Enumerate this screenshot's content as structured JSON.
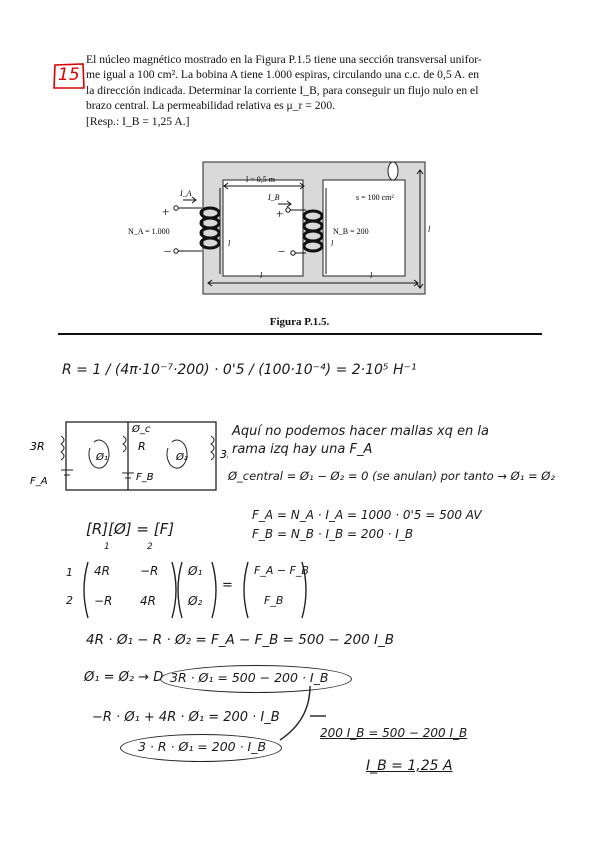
{
  "problem": {
    "number": "15",
    "text_lines": [
      "El núcleo magnético mostrado en la Figura P.1.5 tiene una sección transversal unifor-",
      "me igual a 100 cm². La bobina A tiene 1.000 espiras, circulando una c.c. de 0,5 A. en",
      "la dirección indicada. Determinar la corriente I_B, para conseguir un flujo nulo en el",
      "brazo central. La permeabilidad relativa es μ_r = 200.",
      "[Resp.: I_B = 1,25 A.]"
    ]
  },
  "figure": {
    "caption": "Figura P.1.5.",
    "labels": {
      "l_top": "l = 0,5 m",
      "section": "s = 100 cm²",
      "ia": "I_A",
      "ib": "I_B",
      "na": "N_A = 1.000",
      "nb": "N_B = 200",
      "l": "l",
      "plus": "+",
      "minus": "−"
    }
  },
  "handwritten": {
    "reluctance": "R = 1 / (4π·10⁻⁷·200) · 0'5 / (100·10⁻⁴) = 2·10⁵ H⁻¹",
    "note_1": "Aquí no podemos hacer mallas xq en la",
    "note_2": "rama izq hay una F_A",
    "central": "Ø_central = Ø₁ − Ø₂ = 0  (se anulan) por tanto → Ø₁ = Ø₂",
    "fa": "F_A = N_A · I_A = 1000 · 0'5 = 500 AV",
    "fb": "F_B = N_B · I_B = 200 · I_B",
    "matrix_eq": "[R][Ø] = [F]",
    "mesh_idx_1": "1",
    "mesh_idx_2": "2",
    "row1": "1",
    "row2": "2",
    "m11": "4R",
    "m12": "−R",
    "m21": "−R",
    "m22": "4R",
    "phi1": "Ø₁",
    "phi2": "Ø₂",
    "f1": "F_A − F_B",
    "f2": "F_B",
    "eq1": "4R · Ø₁ − R · Ø₂ = F_A − F_B = 500 − 200 I_B",
    "eq2_lead": "Ø₁ = Ø₂ → D",
    "eq2_boxed": "3R · Ø₁ = 500 − 200 · I_B",
    "eq3": "−R · Ø₁ + 4R · Ø₁ = 200 · I_B",
    "eq4_boxed": "3 · R · Ø₁ = 200 · I_B",
    "eq5": "200 I_B = 500 − 200 I_B",
    "result": "I_B = 1,25 A",
    "circuit": {
      "r_left": "3R",
      "r_mid": "R",
      "r_right": "3R",
      "phi1": "Ø₁",
      "phi2": "Ø₂",
      "phi_c": "Ø_c",
      "fa": "F_A",
      "fb": "F_B"
    }
  }
}
